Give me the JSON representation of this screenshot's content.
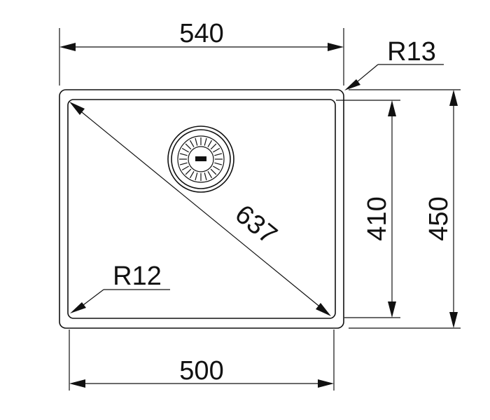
{
  "dimensions": {
    "outer_width": "540",
    "inner_width": "500",
    "outer_height": "450",
    "inner_height": "410",
    "diagonal": "637",
    "outer_radius": "R13",
    "inner_radius": "R12"
  },
  "colors": {
    "line": "#111111",
    "background": "#ffffff"
  },
  "icons": {
    "drain": "drain-strainer-icon"
  }
}
